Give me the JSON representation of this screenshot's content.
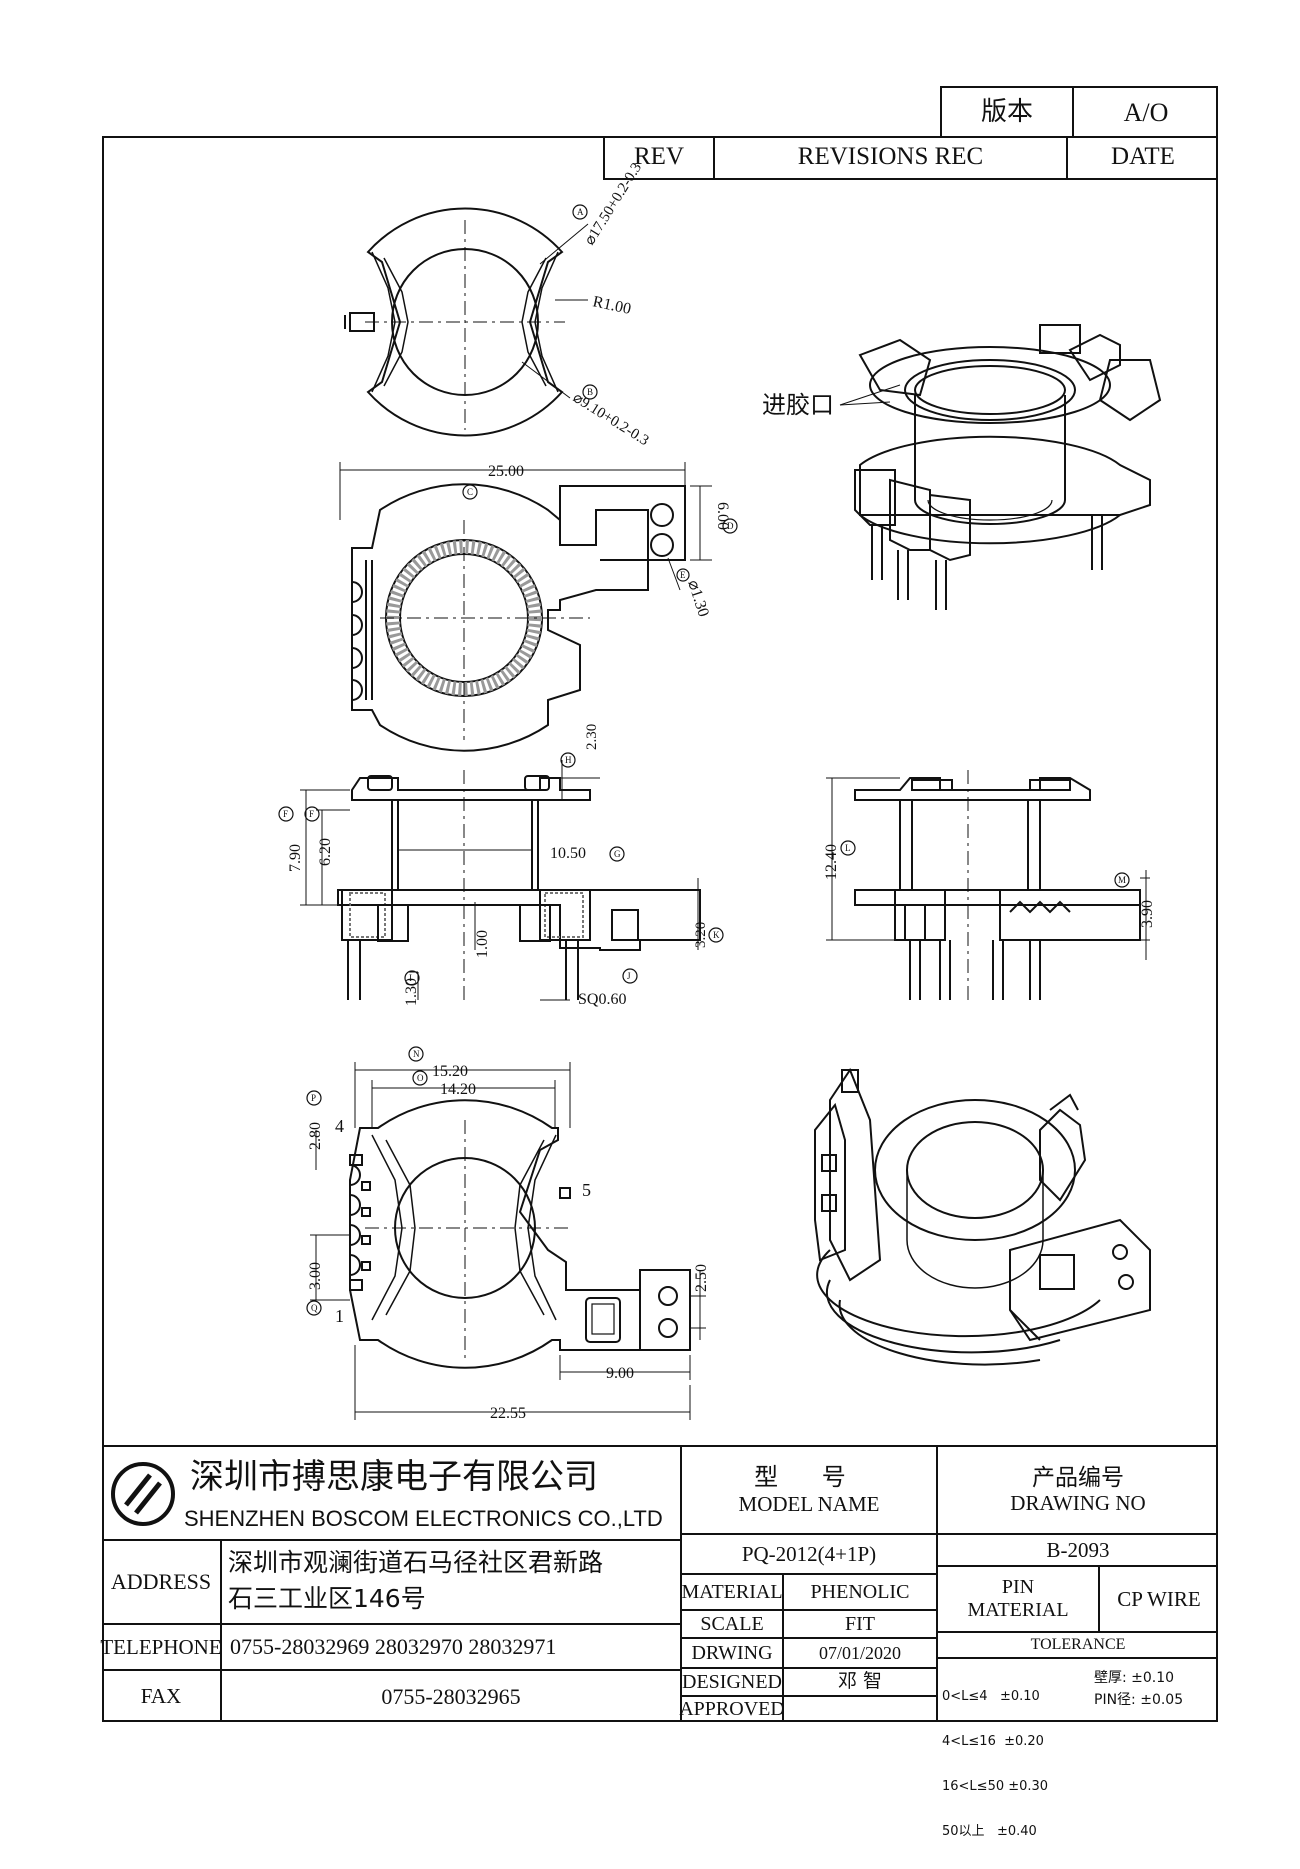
{
  "revision_box": {
    "version_label": "版本",
    "version_value": "A/O"
  },
  "revision_header": {
    "rev": "REV",
    "revisions_rec": "REVISIONS REC",
    "date": "DATE"
  },
  "views": {
    "top": {
      "dim_a": "⌀17.50+0.2-0.3",
      "dim_radius": "R1.00",
      "dim_b": "⌀9.10+0.2-0.3",
      "tag_a": "A",
      "tag_b": "B"
    },
    "plan": {
      "dim_width": "25.00",
      "tag_c": "C",
      "dim_pitch": "6.00",
      "tag_d": "D",
      "dim_hole": "⌀1.30",
      "tag_e": "E"
    },
    "front": {
      "dim_flange_top": "2.30",
      "tag_h": "H",
      "dim_total": "7.90",
      "tag_f": "F",
      "dim_inner": "6.20",
      "tag_f2": "F",
      "dim_core": "10.50",
      "tag_g": "G",
      "dim_base": "3.20",
      "tag_k": "K",
      "dim_mid": "1.00",
      "dim_pin_len": "1.30",
      "tag_i": "I",
      "tag_j": "J",
      "dim_sq": "SQ0.60"
    },
    "side": {
      "dim_height": "12.40",
      "tag_l": "L",
      "dim_m": "3.90",
      "tag_m": "M"
    },
    "bottom": {
      "dim_outer": "15.20",
      "tag_n": "N",
      "dim_inner": "14.20",
      "tag_o": "O",
      "dim_top": "2.80",
      "tag_p": "P",
      "pin4": "4",
      "pin5": "5",
      "pin1": "1",
      "dim_pitch": "3.00",
      "tag_q": "Q",
      "dim_slot": "2.50",
      "dim_tab": "9.00",
      "dim_total": "22.55"
    },
    "iso": {
      "gate_label": "进胶口"
    }
  },
  "title_block": {
    "company_cn": "深圳市搏思康电子有限公司",
    "company_en": "SHENZHEN BOSCOM ELECTRONICS CO.,LTD",
    "model_cn": "型 号",
    "model_en": "MODEL NAME",
    "drawing_cn": "产品编号",
    "drawing_en": "DRAWING NO",
    "model_value": "PQ-2012(4+1P)",
    "drawing_value": "B-2093",
    "address_label": "ADDRESS",
    "address_line1": "深圳市观澜街道石马径社区君新路",
    "address_line2": "石三工业区146号",
    "telephone_label": "TELEPHONE",
    "telephone_value": "0755-28032969 28032970 28032971",
    "fax_label": "FAX",
    "fax_value": "0755-28032965",
    "material_label": "MATERIAL",
    "material_value": "PHENOLIC",
    "scale_label": "SCALE",
    "scale_value": "FIT",
    "drawing_label": "DRWING",
    "drawing_date": "07/01/2020",
    "designed_label": "DESIGNED",
    "designed_value": "邓 智",
    "approved_label": "APPROVED",
    "pin_material_line1": "PIN",
    "pin_material_line2": "MATERIAL",
    "pin_material_value": "CP WIRE",
    "tolerance_label": "TOLERANCE",
    "tol_1": "0<L≤4   ±0.10",
    "tol_2": "4<L≤16  ±0.20",
    "tol_3": "16<L≤50 ±0.30",
    "tol_4": "50以上   ±0.40",
    "wall": "壁厚: ±0.10",
    "pin_dia": "PIN径: ±0.05"
  }
}
